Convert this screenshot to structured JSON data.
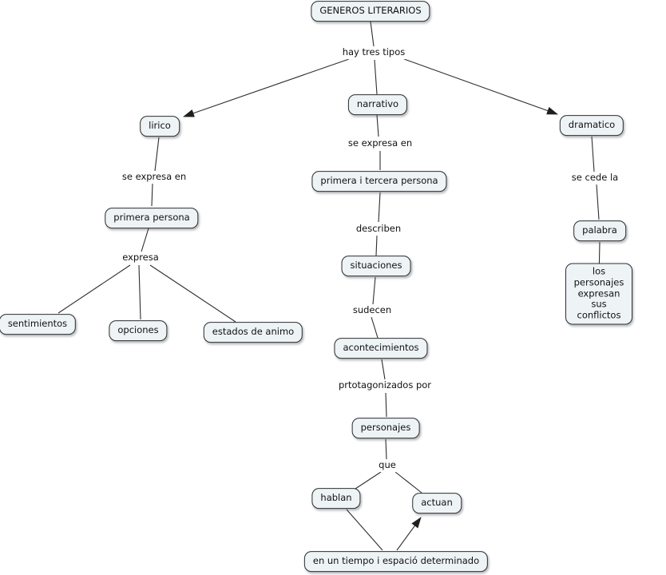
{
  "colors": {
    "background": "#ffffff",
    "node_fill": "#eef3f6",
    "node_border": "#2e2e2e",
    "connector": "#2e2e2e",
    "text": "#111111"
  },
  "concept_map": {
    "concepts": {
      "generos_literarios": "GENEROS LITERARIOS",
      "lirico": "lirico",
      "narrativo": "narrativo",
      "dramatico": "dramatico",
      "primera_persona": "primera persona",
      "sentimientos": "sentimientos",
      "opciones": "opciones",
      "estados_de_animo": "estados de animo",
      "primera_i_tercera_persona": "primera i tercera persona",
      "situaciones": "situaciones",
      "acontecimientos": "acontecimientos",
      "personajes": "personajes",
      "hablan": "hablan",
      "actuan": "actuan",
      "tiempo_espacio": "en un tiempo i espació determinado",
      "palabra": "palabra",
      "conflictos": "los personajes expresan\nsus conflictos"
    },
    "link_labels": {
      "hay_tres_tipos": "hay tres tipos",
      "se_expresa_en_lirico": "se expresa en",
      "expresa": "expresa",
      "se_expresa_en_narrativo": "se expresa en",
      "describen": "describen",
      "sudecen": "sudecen",
      "prtotagonizados_por": "prtotagonizados por",
      "que": "que",
      "se_cede_la": "se cede la"
    }
  }
}
